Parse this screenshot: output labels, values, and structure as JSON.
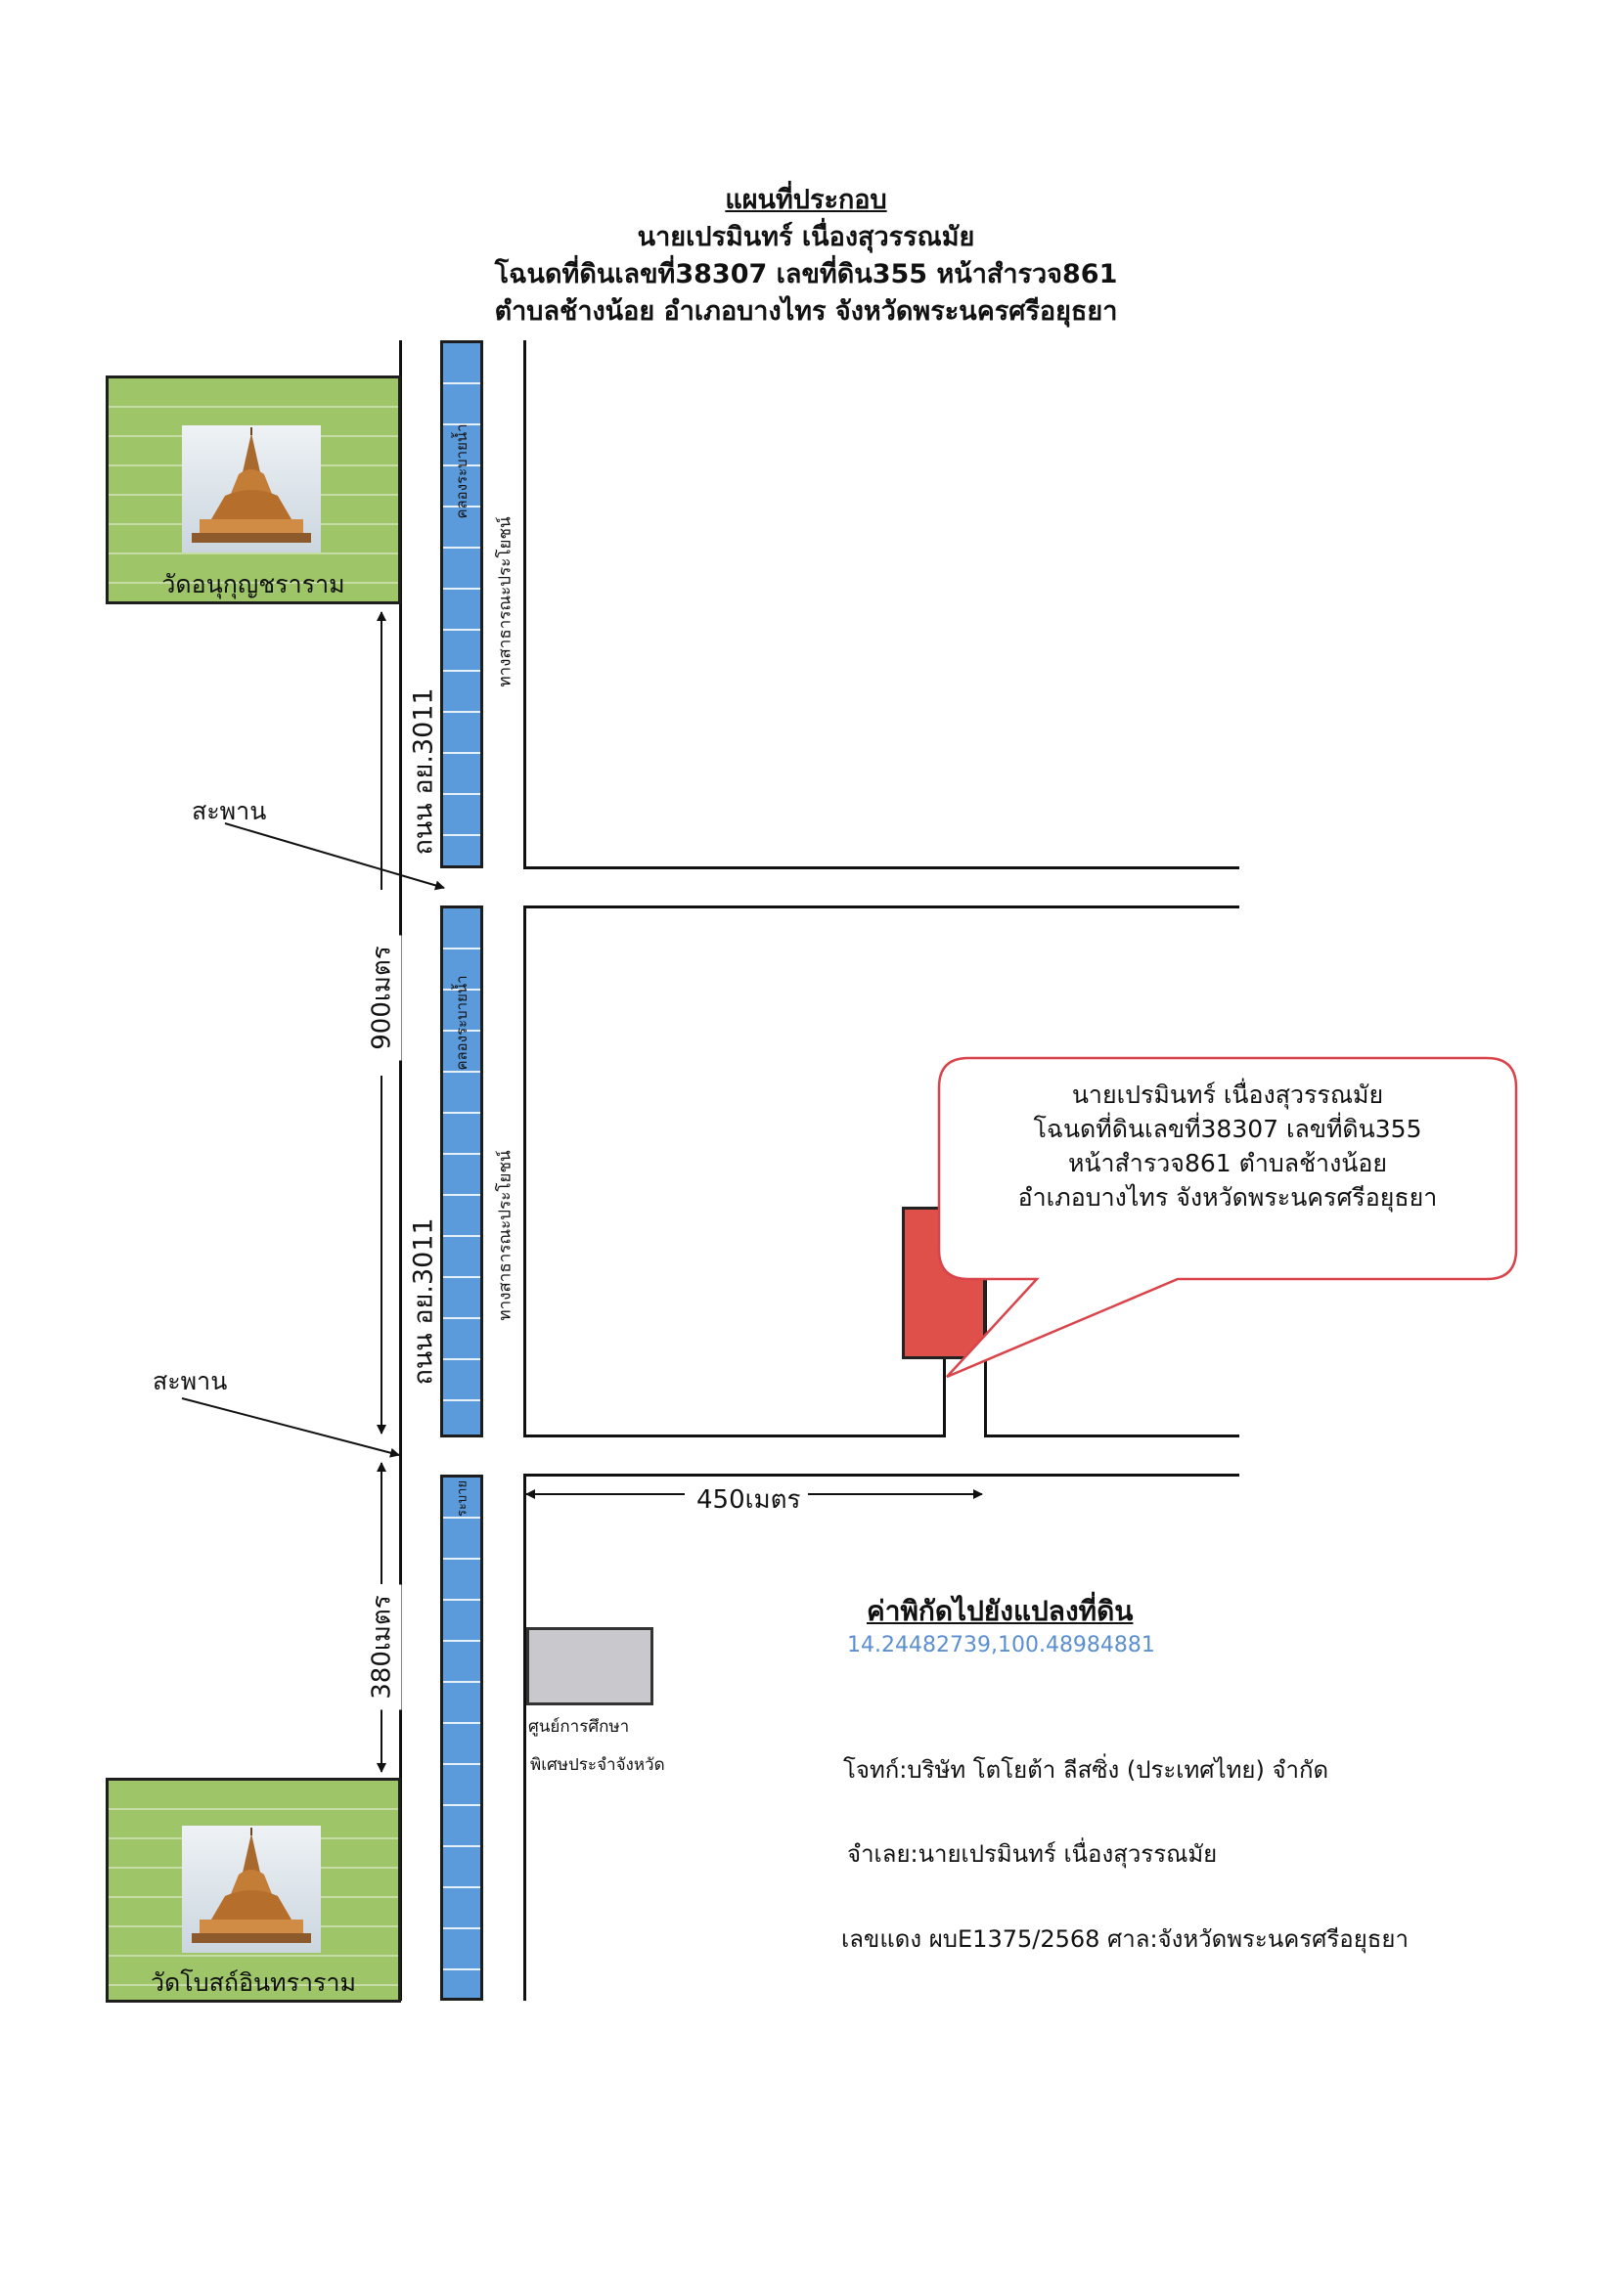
{
  "header": {
    "title": "แผนที่ประกอบ",
    "owner": "นายเปรมินทร์ เนื่องสุวรรณมัย",
    "deed": "โฉนดที่ดินเลขที่38307 เลขที่ดิน355 หน้าสำรวจ861",
    "location": "ตำบลช้างน้อย อำเภอบางไทร จังหวัดพระนครศรีอยุธยา"
  },
  "map": {
    "temple_top": "วัดอนุกุญชราราม",
    "temple_bottom": "วัดโบสถ์อินทราราม",
    "canal_label": "คลองระบายน้ำ",
    "canal_label_short": "ระบาย",
    "road_label": "ถนน อย.3011",
    "public_way_label": "ทางสาธารณะประโยชน์",
    "bridge_label": "สะพาน",
    "dist_900": "900เมตร",
    "dist_380": "380เมตร",
    "dist_450": "450เมตร",
    "school_line1": "ศูนย์การศึกษา",
    "school_line2": "พิเศษประจำจังหวัด",
    "callout": {
      "line1": "นายเปรมินทร์ เนื่องสุวรรณมัย",
      "line2": "โฉนดที่ดินเลขที่38307 เลขที่ดิน355",
      "line3": "หน้าสำรวจ861 ตำบลช้างน้อย",
      "line4": "อำเภอบางไทร จังหวัดพระนครศรีอยุธยา"
    }
  },
  "info": {
    "coord_heading": "ค่าพิกัดไปยังแปลงที่ดิน",
    "coordinates": "14.24482739,100.48984881",
    "plaintiff": "โจทก์:บริษัท โตโยต้า ลีสซิ่ง (ประเทศไทย) จำกัด",
    "defendant": "จำเลย:นายเปรมินทร์ เนื่องสุวรรณมัย",
    "case": "เลขแดง ผบE1375/2568 ศาล:จังหวัดพระนครศรีอยุธยา"
  },
  "colors": {
    "canal": "#5b9bdc",
    "temple_area": "#9ec668",
    "plot": "#e0504a",
    "school": "#c9c8cc",
    "coordinates": "#5b8fd0"
  },
  "icons": {
    "temple": "stupa-icon",
    "plot": "land-plot-marker",
    "school": "building-icon"
  }
}
